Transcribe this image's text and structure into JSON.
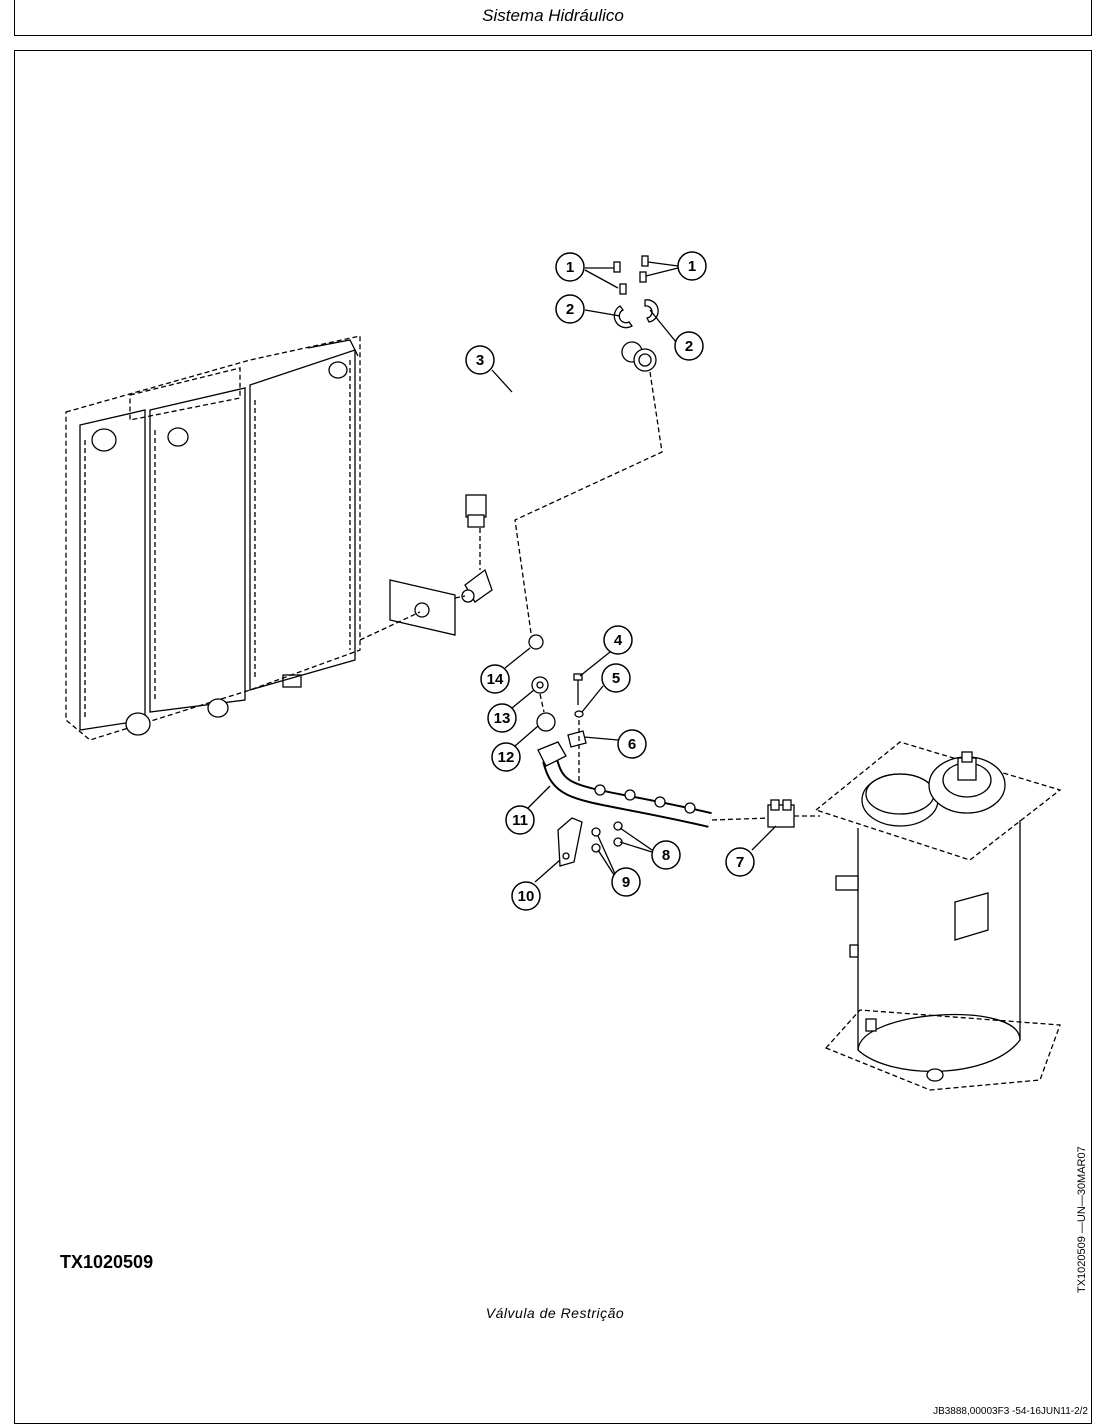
{
  "header": {
    "title": "Sistema Hidráulico"
  },
  "figure": {
    "id": "TX1020509",
    "caption": "Válvula de Restrição",
    "side_code": "TX1020509 —UN—30MAR07",
    "callouts": [
      "1",
      "1",
      "2",
      "2",
      "3",
      "4",
      "5",
      "6",
      "7",
      "8",
      "9",
      "10",
      "11",
      "12",
      "13",
      "14"
    ]
  },
  "footer": {
    "reference": "JB3888,00003F3 -54-16JUN11-2/2"
  }
}
